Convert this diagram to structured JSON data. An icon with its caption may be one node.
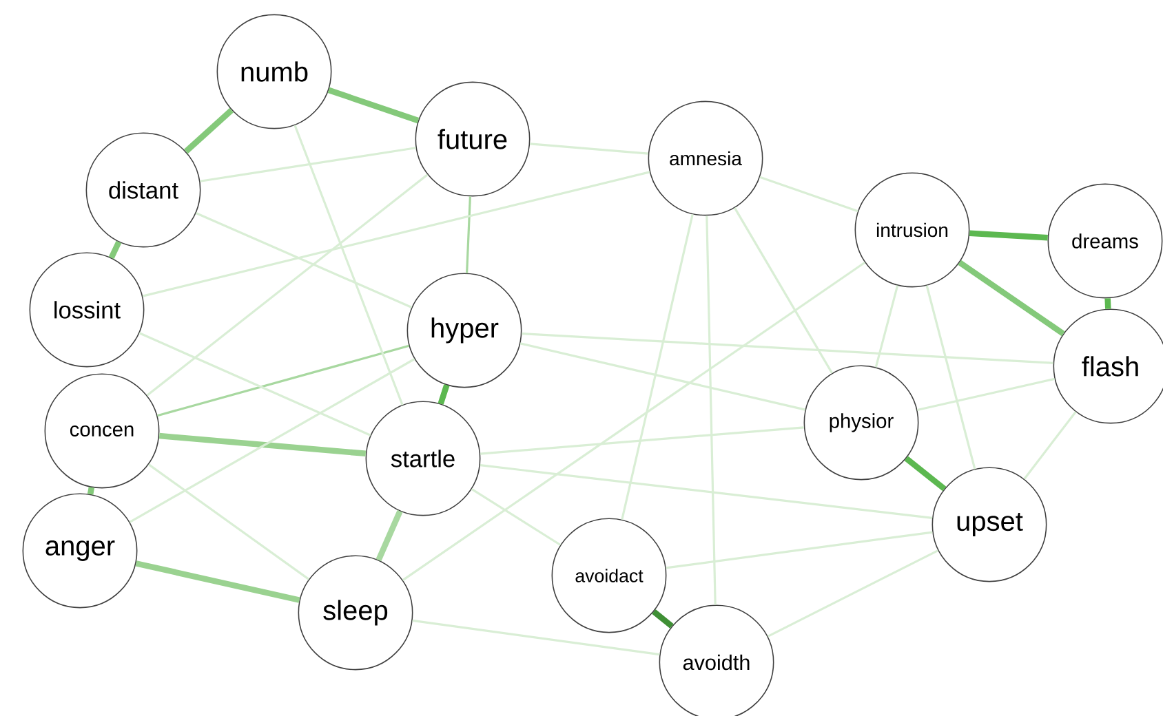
{
  "diagram": {
    "nodes": [
      {
        "text": [
          "numb"
        ]
      },
      {
        "text": [
          "future"
        ]
      },
      {
        "text": [
          "amnesia"
        ]
      },
      {
        "text": [
          "distant"
        ]
      },
      {
        "text": [
          "intrusion"
        ]
      },
      {
        "text": [
          "dreams"
        ]
      },
      {
        "text": [
          "lossint"
        ]
      },
      {
        "text": [
          "hyper"
        ]
      },
      {
        "text": [
          "flash"
        ]
      },
      {
        "text": [
          "concen"
        ]
      },
      {
        "text": [
          "physior"
        ]
      },
      {
        "text": [
          "startle"
        ]
      },
      {
        "text": [
          "anger"
        ]
      },
      {
        "text": [
          "upset"
        ]
      },
      {
        "text": [
          "sleep"
        ]
      },
      {
        "text": [
          "avoidact"
        ]
      },
      {
        "text": [
          "avoidth"
        ]
      }
    ],
    "edges": [
      {
        "from": 0,
        "to": 3,
        "arrow": "none",
        "style": "thick",
        "color": "#84c97a"
      },
      {
        "from": 0,
        "to": 1,
        "arrow": "none",
        "style": "thick",
        "color": "#84c97a"
      },
      {
        "from": 3,
        "to": 6,
        "arrow": "none",
        "style": "thick",
        "color": "#84c97a"
      },
      {
        "from": 4,
        "to": 5,
        "arrow": "none",
        "style": "thick",
        "color": "#5cb850"
      },
      {
        "from": 4,
        "to": 8,
        "arrow": "none",
        "style": "thick",
        "color": "#84c97a"
      },
      {
        "from": 5,
        "to": 8,
        "arrow": "none",
        "style": "thick",
        "color": "#5cb850"
      },
      {
        "from": 10,
        "to": 13,
        "arrow": "none",
        "style": "thick",
        "color": "#5cb850"
      },
      {
        "from": 15,
        "to": 16,
        "arrow": "none",
        "style": "thick",
        "color": "#3f8f35"
      },
      {
        "from": 7,
        "to": 11,
        "arrow": "none",
        "style": "thick",
        "color": "#5cb850"
      },
      {
        "from": 9,
        "to": 11,
        "arrow": "none",
        "style": "thick",
        "color": "#9ad290"
      },
      {
        "from": 12,
        "to": 14,
        "arrow": "none",
        "style": "thick",
        "color": "#9ad290"
      },
      {
        "from": 9,
        "to": 12,
        "arrow": "none",
        "style": "thick",
        "color": "#84c97a"
      },
      {
        "from": 11,
        "to": 14,
        "arrow": "none",
        "style": "thick",
        "color": "#a8d8a0"
      },
      {
        "from": 7,
        "to": 9,
        "arrow": "none",
        "color": "#a8d8a0"
      },
      {
        "from": 1,
        "to": 7,
        "arrow": "none",
        "color": "#a8d8a0"
      },
      {
        "from": 1,
        "to": 2,
        "arrow": "none"
      },
      {
        "from": 3,
        "to": 1,
        "arrow": "none"
      },
      {
        "from": 6,
        "to": 2,
        "arrow": "none"
      },
      {
        "from": 1,
        "to": 9,
        "arrow": "none"
      },
      {
        "from": 3,
        "to": 7,
        "arrow": "none"
      },
      {
        "from": 0,
        "to": 11,
        "arrow": "none"
      },
      {
        "from": 2,
        "to": 4,
        "arrow": "none"
      },
      {
        "from": 2,
        "to": 15,
        "arrow": "none"
      },
      {
        "from": 2,
        "to": 16,
        "arrow": "none"
      },
      {
        "from": 2,
        "to": 10,
        "arrow": "none"
      },
      {
        "from": 4,
        "to": 10,
        "arrow": "none"
      },
      {
        "from": 4,
        "to": 13,
        "arrow": "none"
      },
      {
        "from": 4,
        "to": 14,
        "arrow": "none"
      },
      {
        "from": 7,
        "to": 8,
        "arrow": "none"
      },
      {
        "from": 7,
        "to": 10,
        "arrow": "none"
      },
      {
        "from": 11,
        "to": 13,
        "arrow": "none"
      },
      {
        "from": 11,
        "to": 15,
        "arrow": "none"
      },
      {
        "from": 11,
        "to": 10,
        "arrow": "none"
      },
      {
        "from": 14,
        "to": 16,
        "arrow": "none"
      },
      {
        "from": 16,
        "to": 13,
        "arrow": "none"
      },
      {
        "from": 15,
        "to": 13,
        "arrow": "none"
      },
      {
        "from": 10,
        "to": 8,
        "arrow": "none"
      },
      {
        "from": 13,
        "to": 8,
        "arrow": "none"
      },
      {
        "from": 6,
        "to": 11,
        "arrow": "none"
      },
      {
        "from": 12,
        "to": 7,
        "arrow": "none"
      },
      {
        "from": 9,
        "to": 14,
        "arrow": "none"
      }
    ]
  }
}
